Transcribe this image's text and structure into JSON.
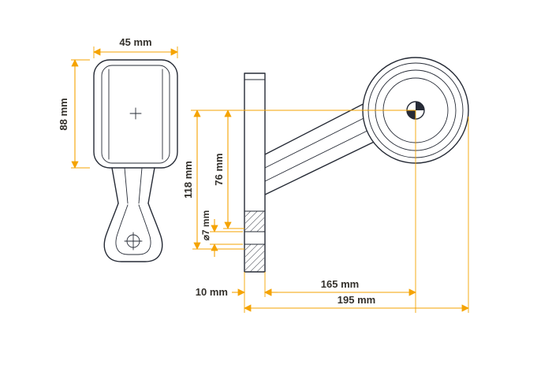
{
  "drawing": {
    "type": "technical-drawing",
    "subject": "corner outline marker lamp, two orthographic views with dimension annotations",
    "colors": {
      "line": "#262b36",
      "dimension_line": "#f5a300",
      "dimension_text": "#33302b",
      "background": "#ffffff"
    },
    "dimensions": {
      "body_width": "45 mm",
      "body_height": "88 mm",
      "bracket_height": "118 mm",
      "arm_height": "76 mm",
      "hole_diameter": "⌀7 mm",
      "plate_thickness": "10 mm",
      "reach_to_center": "165 mm",
      "overall_length": "195 mm"
    }
  }
}
